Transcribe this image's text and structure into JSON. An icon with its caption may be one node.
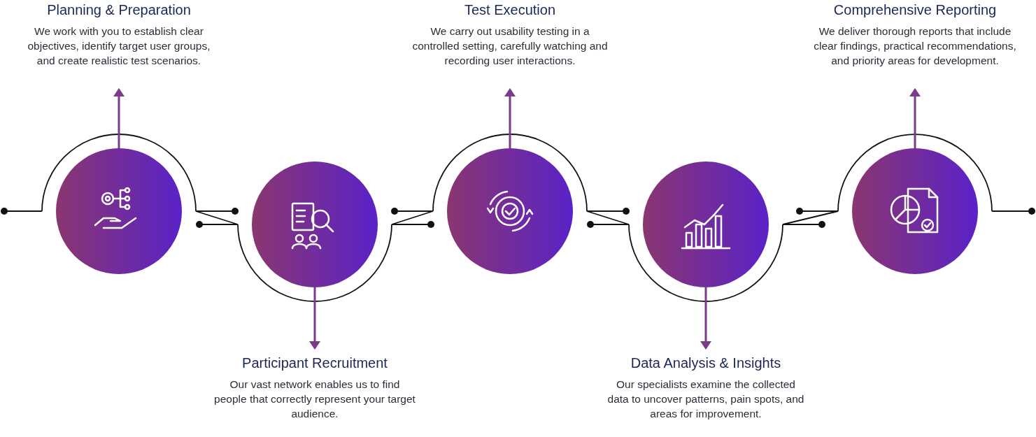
{
  "diagram": {
    "nodes": [
      {
        "text": [
          "Planning & Preparation",
          "We work with you to establish clear objectives, identify target user groups, and create realistic test scenarios."
        ]
      },
      {
        "text": [
          "Participant Recruitment",
          "Our vast network enables us to find people that correctly represent your target audience."
        ]
      },
      {
        "text": [
          "Test Execution",
          "We carry out usability testing in a controlled setting, carefully watching and recording user interactions."
        ]
      },
      {
        "text": [
          "Data Analysis & Insights",
          "Our specialists examine the collected data to uncover patterns, pain spots, and areas for improvement."
        ]
      },
      {
        "text": [
          "Comprehensive Reporting",
          "We deliver thorough reports that include clear findings, practical recommendations, and priority areas for development."
        ]
      },
      {
        "text": [],
        "shape": "circle"
      },
      {
        "text": [],
        "shape": "circle"
      },
      {
        "text": [],
        "shape": "circle"
      },
      {
        "text": [],
        "shape": "circle"
      },
      {
        "text": [],
        "shape": "circle"
      }
    ],
    "edges": [
      {
        "from": 5,
        "to": 0,
        "arrow": "to",
        "color": "#7b3a8a"
      },
      {
        "from": 6,
        "to": 1,
        "arrow": "to",
        "color": "#7b3a8a"
      },
      {
        "from": 7,
        "to": 2,
        "arrow": "to",
        "color": "#7b3a8a"
      },
      {
        "from": 8,
        "to": 3,
        "arrow": "to",
        "color": "#7b3a8a"
      },
      {
        "from": 9,
        "to": 4,
        "arrow": "to",
        "color": "#7b3a8a"
      },
      {
        "from": null,
        "to": 5,
        "arrow": "other"
      },
      {
        "from": 5,
        "to": 6,
        "arrow": "other"
      },
      {
        "from": 6,
        "to": 7,
        "arrow": "other"
      },
      {
        "from": 7,
        "to": 8,
        "arrow": "other"
      },
      {
        "from": 8,
        "to": 9,
        "arrow": "other"
      },
      {
        "from": 9,
        "to": null,
        "arrow": "other"
      }
    ]
  }
}
